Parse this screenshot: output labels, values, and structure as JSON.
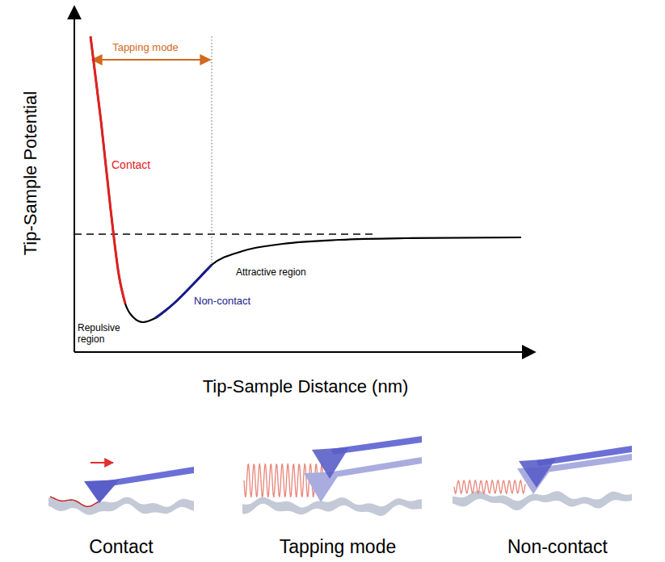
{
  "diagram": {
    "labels": [
      "Tapping mode",
      "Tip-Sample Potential",
      "Contact",
      "Attractive region",
      "Non-contact",
      "Repulsive region",
      "Tip-Sample Distance (nm)",
      "Contact",
      "Tapping mode",
      "Non-contact"
    ]
  }
}
